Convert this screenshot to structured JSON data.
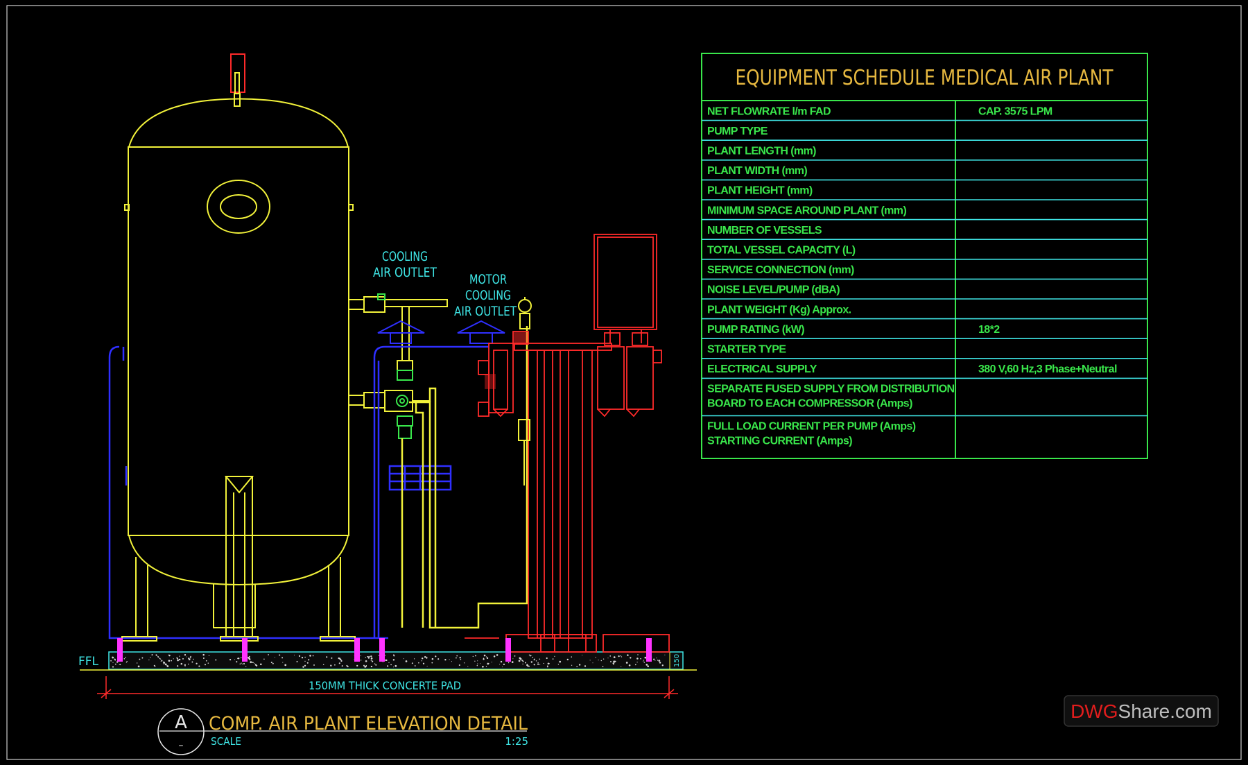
{
  "schedule": {
    "title": "EQUIPMENT  SCHEDULE  MEDICAL  AIR  PLANT",
    "rows": [
      {
        "label": [
          "NET FLOWRATE l/m FAD"
        ],
        "value": "CAP. 3575 LPM"
      },
      {
        "label": [
          "PUMP TYPE"
        ],
        "value": ""
      },
      {
        "label": [
          "PLANT LENGTH (mm)"
        ],
        "value": ""
      },
      {
        "label": [
          "PLANT WIDTH (mm)"
        ],
        "value": ""
      },
      {
        "label": [
          "PLANT HEIGHT (mm)"
        ],
        "value": ""
      },
      {
        "label": [
          "MINIMUM SPACE AROUND PLANT (mm)"
        ],
        "value": ""
      },
      {
        "label": [
          "NUMBER OF VESSELS"
        ],
        "value": ""
      },
      {
        "label": [
          "TOTAL VESSEL CAPACITY (L)"
        ],
        "value": ""
      },
      {
        "label": [
          "SERVICE CONNECTION (mm)"
        ],
        "value": ""
      },
      {
        "label": [
          "NOISE LEVEL/PUMP (dBA)"
        ],
        "value": ""
      },
      {
        "label": [
          "PLANT WEIGHT (Kg) Approx."
        ],
        "value": ""
      },
      {
        "label": [
          "PUMP RATING (kW)"
        ],
        "value": "18*2"
      },
      {
        "label": [
          "STARTER TYPE"
        ],
        "value": ""
      },
      {
        "label": [
          "ELECTRICAL SUPPLY"
        ],
        "value": "380 V,60 Hz,3 Phase+Neutral"
      },
      {
        "label": [
          "SEPARATE FUSED SUPPLY FROM DISTRIBUTION",
          "BOARD TO EACH COMPRESSOR (Amps)"
        ],
        "value": ""
      },
      {
        "label": [
          "FULL LOAD CURRENT PER PUMP (Amps)",
          "STARTING CURRENT (Amps)"
        ],
        "value": ""
      }
    ]
  },
  "annotations": {
    "cooling_air_outlet": [
      "COOLING",
      "AIR  OUTLET"
    ],
    "motor_cooling_air_outlet": [
      "MOTOR",
      "COOLING",
      "AIR  OUTLET"
    ],
    "ffl": "FFL",
    "pad_note": "150MM  THICK  CONCERTE  PAD",
    "pad_dim": "150"
  },
  "title_block": {
    "detail_letter": "A",
    "detail_sub": "–",
    "title": "COMP.  AIR  PLANT  ELEVATION  DETAIL",
    "scale_label": "SCALE",
    "scale_value": "1:25"
  },
  "watermark": {
    "part1": "DWG",
    "part2": "Share.com"
  },
  "colors": {
    "background": "#000000",
    "yellow": "#f2f23a",
    "green": "#39e64b",
    "cyan": "#3fe6e6",
    "red": "#ff2a2a",
    "blue": "#2f2fff",
    "magenta": "#ff33ff",
    "orange_text": "#e6b840"
  }
}
